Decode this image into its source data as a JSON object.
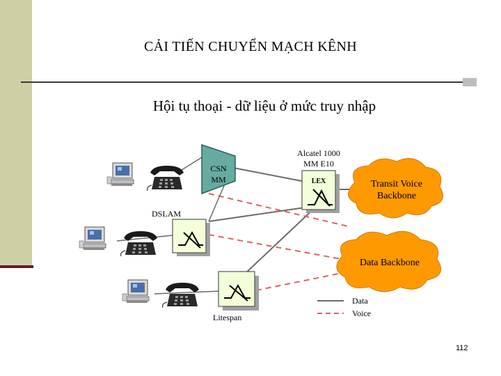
{
  "slide": {
    "title": "CẢI TIẾN CHUYỂN MẠCH KÊNH",
    "subtitle": "Hội tụ thoại - dữ liệu ở mức truy nhập",
    "page_number": "112"
  },
  "nodes": {
    "csn": {
      "line1": "CSN",
      "line2": "MM"
    },
    "alcatel": {
      "line1": "Alcatel 1000",
      "line2": "MM E10"
    },
    "lex": "LEX",
    "transit": {
      "line1": "Transit Voice",
      "line2": "Backbone"
    },
    "dslam": "DSLAM",
    "data_backbone": "Data Backbone",
    "litespan": "Litespan"
  },
  "legend": {
    "data": "Data",
    "voice": "Voice"
  },
  "colors": {
    "cloud": "#ff9900",
    "switch_box": "#f2ffd9",
    "csn": "#66aaa0",
    "voice_line": "#e06060",
    "data_line": "#6a6a6a",
    "sidebar": "#cfcfa6"
  }
}
